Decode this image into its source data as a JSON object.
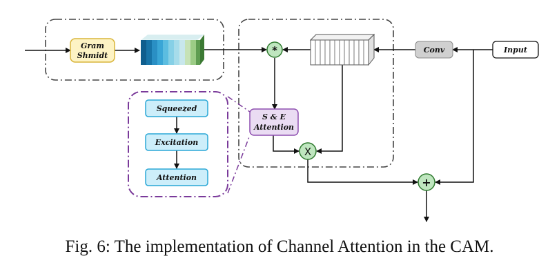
{
  "nodes": {
    "gram": {
      "line1": "Gram",
      "line2": "Shmidt"
    },
    "conv": "Conv",
    "input": "Input",
    "se": {
      "line1": "S & E",
      "line2": "Attention"
    },
    "squeezed": "Squeezed",
    "excitation": "Excitation",
    "attention": "Attention",
    "mult_op": "*",
    "x_op": "X",
    "plus_op": "+"
  },
  "caption": "Fig. 6: The implementation of Channel Attention in the CAM.",
  "colors": {
    "gram_fill": "#fdf3c4",
    "gram_stroke": "#d9b53a",
    "conv_fill": "#d0d0d0",
    "se_fill": "#eadcf3",
    "se_stroke": "#8e4fb0",
    "sub_fill": "#cdeefa",
    "sub_stroke": "#2aa7d6",
    "op_fill": "#bfe6bf",
    "op_stroke": "#2f7a2f",
    "purple_dash": "#7a3a9a"
  }
}
